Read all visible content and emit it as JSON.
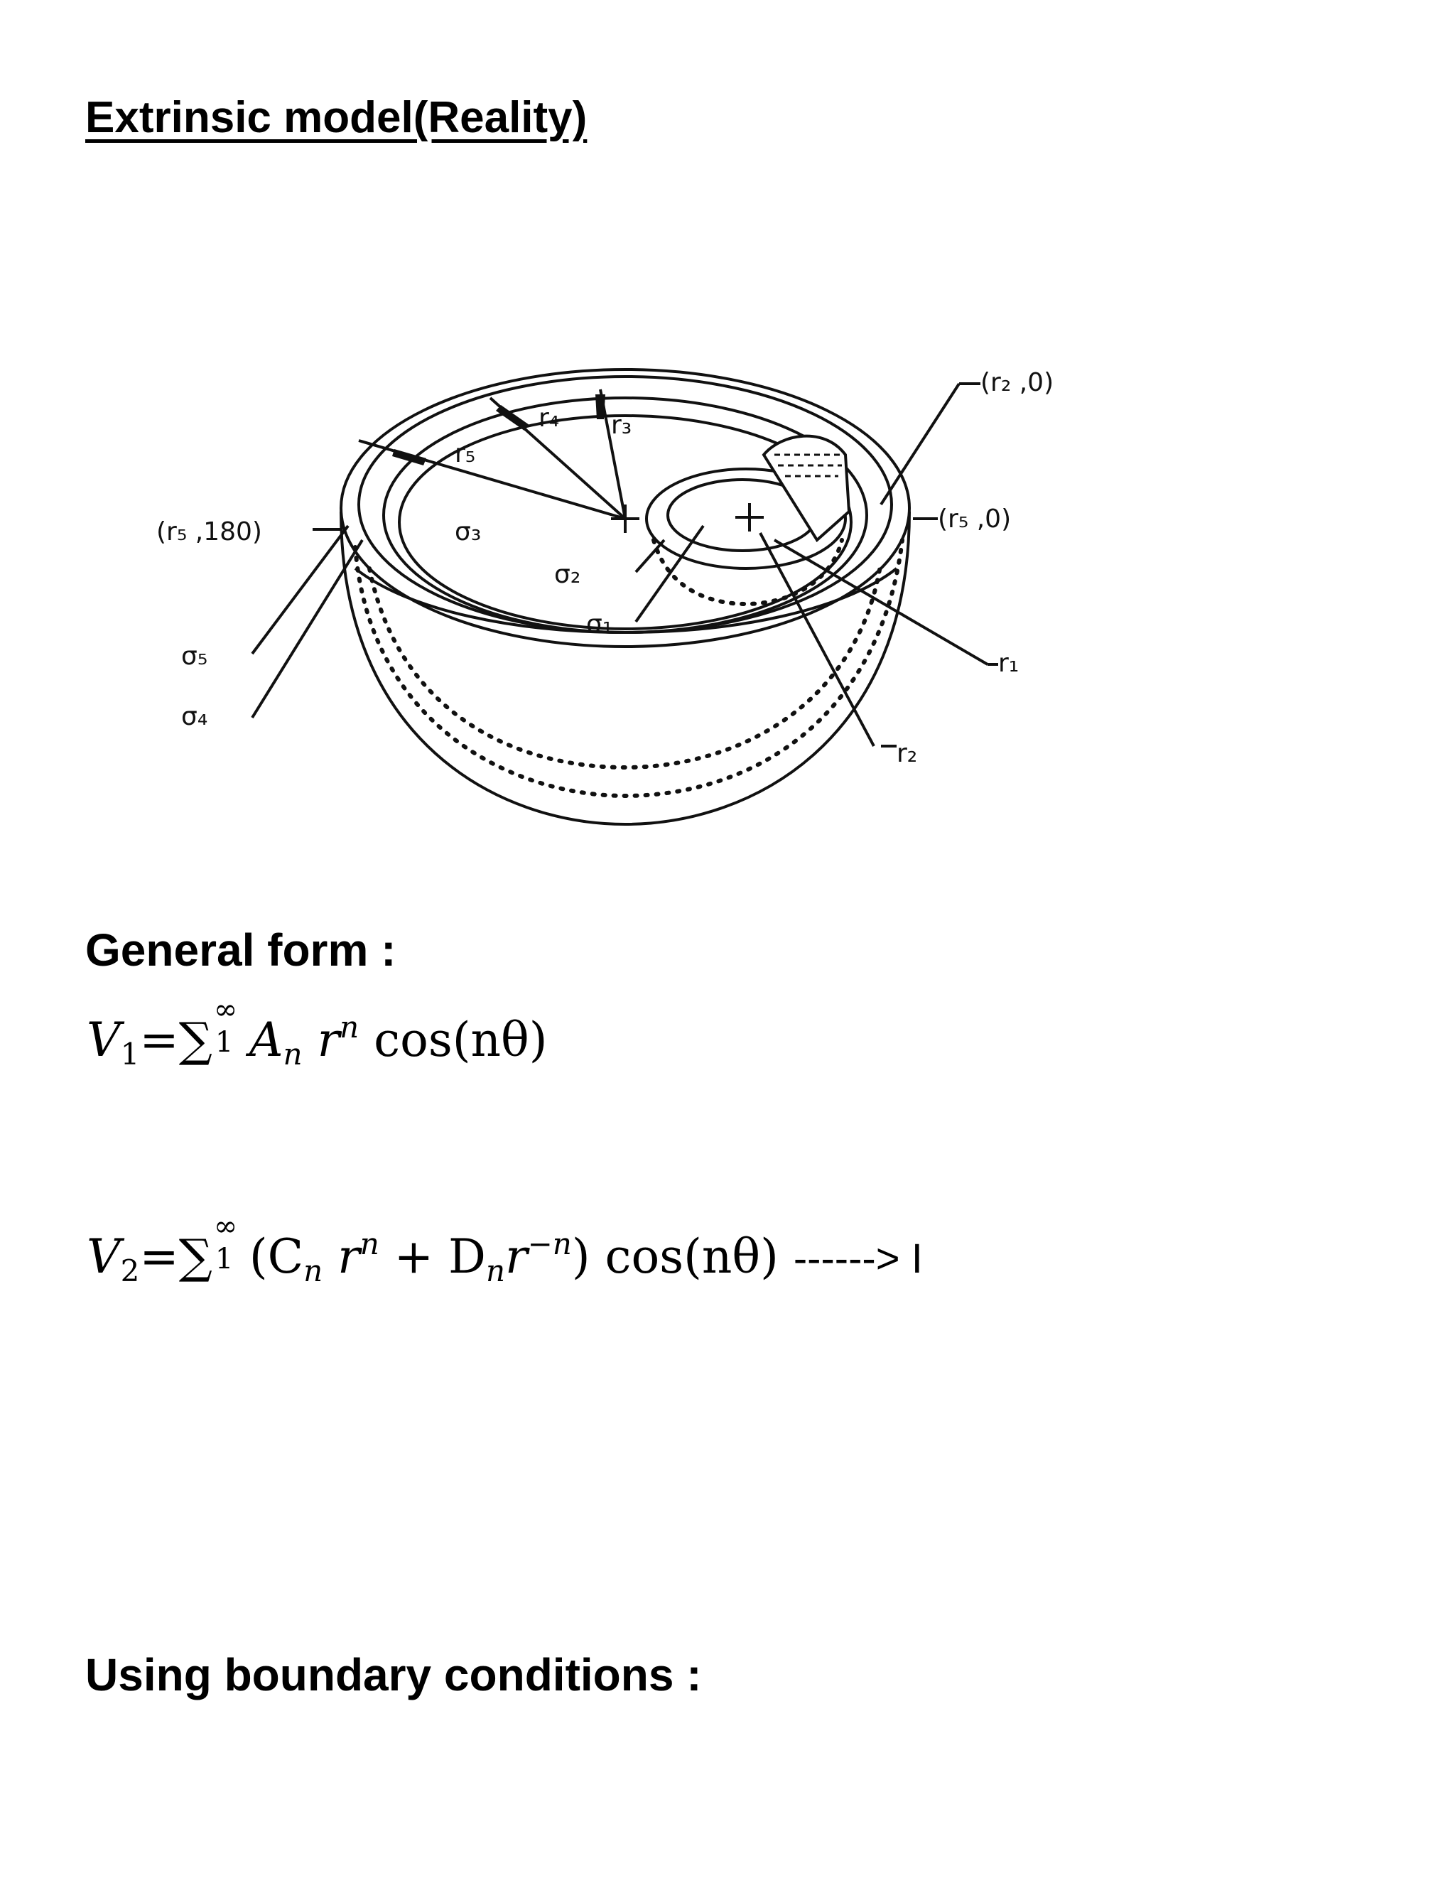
{
  "title": "Extrinsic model(Reality)",
  "sections": {
    "general_form": "General form :",
    "boundary": "Using boundary conditions :"
  },
  "equation1": {
    "lhs": "V",
    "lhs_sub": "1",
    "equals": "=",
    "sum": "∑",
    "sum_sup": "∞",
    "sum_sub": "1",
    "coef": "A",
    "coef_sub": "n",
    "var": "r",
    "var_sup": "n",
    "tail": "cos(nθ)"
  },
  "equation2": {
    "lhs": "V",
    "lhs_sub": "2",
    "equals": "=",
    "sum": "∑",
    "sum_sup": "∞",
    "sum_sub": "1",
    "open": "(C",
    "c_sub": "n",
    "var": "r",
    "var_sup": "n",
    "plus": "+ D",
    "d_sub": "n",
    "var2": "r",
    "var2_sup": "−n",
    "close": ") cos(nθ)",
    "arrow": "------> I"
  },
  "figure_labels": {
    "r2_0": "(r₂ ,0)",
    "r5_0": "(r₅ ,0)",
    "r5_180": "(r₅ ,180)",
    "r1": "r₁",
    "r2": "r₂",
    "r3": "r₃",
    "r4": "r₄",
    "r5": "r₅",
    "sigma1": "σ₁",
    "sigma2": "σ₂",
    "sigma3": "σ₃",
    "sigma4": "σ₄",
    "sigma5": "σ₅"
  }
}
